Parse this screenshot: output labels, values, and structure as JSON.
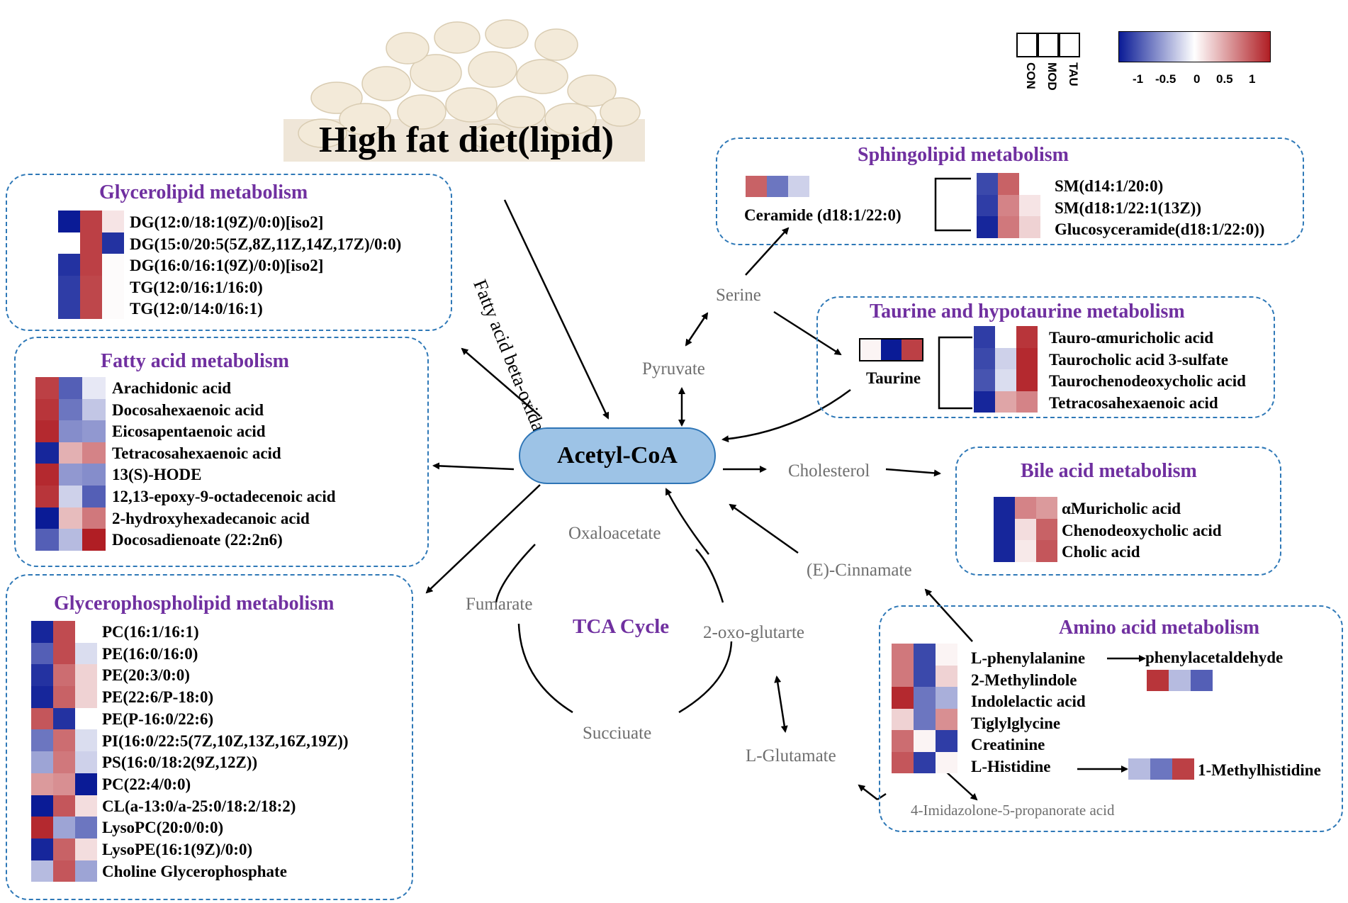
{
  "header": {
    "title": "High fat diet(lipid)",
    "pathway_label": "Fatty acid beta-oxidation"
  },
  "center": {
    "label": "Acetyl-CoA"
  },
  "legend": {
    "ticks": [
      "-1",
      "-0.5",
      "0",
      "0.5",
      "1"
    ],
    "colors": {
      "low": "#0a1b96",
      "mid": "#ffffff",
      "high": "#b01e24"
    },
    "groups": [
      "CON",
      "MOD",
      "TAU"
    ]
  },
  "tca": {
    "title": "TCA Cycle",
    "metabolites": [
      "Oxaloacetate",
      "Fumarate",
      "Succiuate",
      "2-oxo-glutarte"
    ]
  },
  "intermediates": {
    "pyruvate": "Pyruvate",
    "serine": "Serine",
    "cholesterol": "Cholesterol",
    "cinnamate": "(E)-Cinnamate",
    "glutamate": "L-Glutamate",
    "imidazolone": "4-Imidazolone-5-propanorate acid"
  },
  "panels": {
    "glycerolipid": {
      "title": "Glycerolipid metabolism",
      "items": [
        {
          "name": "DG(12:0/18:1(9Z)/0:0)[iso2]",
          "values": [
            -1,
            0.85,
            0.12
          ]
        },
        {
          "name": "DG(15:0/20:5(5Z,8Z,11Z,14Z,17Z)/0:0)",
          "values": [
            0.0,
            0.85,
            -0.9
          ]
        },
        {
          "name": "DG(16:0/16:1(9Z)/0:0)[iso2]",
          "values": [
            -0.9,
            0.85,
            0.02
          ]
        },
        {
          "name": "TG(12:0/16:1/16:0)",
          "values": [
            -0.85,
            0.82,
            0.02
          ]
        },
        {
          "name": "TG(12:0/14:0/16:1)",
          "values": [
            -0.85,
            0.82,
            0.02
          ]
        }
      ]
    },
    "fatty_acid": {
      "title": "Fatty acid metabolism",
      "items": [
        {
          "name": "Arachidonic acid",
          "values": [
            0.85,
            -0.7,
            -0.1
          ]
        },
        {
          "name": "Docosahexaenoic acid",
          "values": [
            0.9,
            -0.6,
            -0.25
          ]
        },
        {
          "name": "Eicosapentaenoic acid",
          "values": [
            0.95,
            -0.5,
            -0.45
          ]
        },
        {
          "name": "Tetracosahexaenoic acid",
          "values": [
            -0.95,
            0.35,
            0.55
          ]
        },
        {
          "name": "13(S)-HODE",
          "values": [
            0.95,
            -0.45,
            -0.5
          ]
        },
        {
          "name": "12,13-epoxy-9-octadecenoic acid",
          "values": [
            0.9,
            -0.2,
            -0.7
          ]
        },
        {
          "name": "2-hydroxyhexadecanoic acid",
          "values": [
            -1,
            0.3,
            0.6
          ]
        },
        {
          "name": "Docosadienoate (22:2n6)",
          "values": [
            -0.7,
            -0.3,
            1
          ]
        }
      ]
    },
    "glycerophospholipid": {
      "title": "Glycerophospholipid metabolism",
      "items": [
        {
          "name": "PC(16:1/16:1)",
          "values": [
            -0.95,
            0.8,
            0.0
          ]
        },
        {
          "name": "PE(16:0/16:0)",
          "values": [
            -0.7,
            0.8,
            -0.15
          ]
        },
        {
          "name": "PE(20:3/0:0)",
          "values": [
            -0.9,
            0.65,
            0.2
          ]
        },
        {
          "name": "PE(22:6/P-18:0)",
          "values": [
            -0.95,
            0.7,
            0.2
          ]
        },
        {
          "name": "PE(P-16:0/22:6)",
          "values": [
            0.75,
            -0.9,
            0.0
          ]
        },
        {
          "name": "PI(16:0/22:5(7Z,10Z,13Z,16Z,19Z))",
          "values": [
            -0.6,
            0.65,
            -0.15
          ]
        },
        {
          "name": "PS(16:0/18:2(9Z,12Z))",
          "values": [
            -0.4,
            0.6,
            -0.2
          ]
        },
        {
          "name": "PC(22:4/0:0)",
          "values": [
            0.45,
            0.5,
            -1
          ]
        },
        {
          "name": "CL(a-13:0/a-25:0/18:2/18:2)",
          "values": [
            -1,
            0.75,
            0.15
          ]
        },
        {
          "name": "LysoPC(20:0/0:0)",
          "values": [
            0.95,
            -0.4,
            -0.6
          ]
        },
        {
          "name": "LysoPE(16:1(9Z)/0:0)",
          "values": [
            -0.95,
            0.7,
            0.15
          ]
        },
        {
          "name": "Choline Glycerophosphate",
          "values": [
            -0.3,
            0.75,
            -0.4
          ]
        }
      ]
    },
    "sphingolipid": {
      "title": "Sphingolipid metabolism",
      "ceramide": {
        "name": "Ceramide (d18:1/22:0)",
        "values": [
          0.7,
          -0.6,
          -0.2
        ]
      },
      "items": [
        {
          "name": "SM(d14:1/20:0)",
          "values": [
            -0.8,
            0.7,
            0.0
          ]
        },
        {
          "name": "SM(d18:1/22:1(13Z))",
          "values": [
            -0.85,
            0.55,
            0.12
          ]
        },
        {
          "name": "Glucosyceramide(d18:1/22:0))",
          "values": [
            -0.95,
            0.6,
            0.2
          ]
        }
      ]
    },
    "taurine": {
      "title": "Taurine and hypotaurine metabolism",
      "taurine": {
        "name": "Taurine",
        "values": [
          0.05,
          -1,
          0.85
        ]
      },
      "items": [
        {
          "name": "Tauro-αmuricholic acid",
          "values": [
            -0.85,
            0.0,
            0.9
          ]
        },
        {
          "name": "Taurocholic acid 3-sulfate",
          "values": [
            -0.8,
            -0.2,
            0.95
          ]
        },
        {
          "name": "Taurochenodeoxycholic acid",
          "values": [
            -0.75,
            -0.15,
            0.95
          ]
        },
        {
          "name": "Tetracosahexaenoic acid",
          "values": [
            -0.95,
            0.4,
            0.55
          ]
        }
      ]
    },
    "bile_acid": {
      "title": "Bile acid metabolism",
      "items": [
        {
          "name": "αMuricholic acid",
          "values": [
            -0.95,
            0.55,
            0.45
          ]
        },
        {
          "name": "Chenodeoxycholic acid",
          "values": [
            -0.95,
            0.15,
            0.7
          ]
        },
        {
          "name": "Cholic acid",
          "values": [
            -0.95,
            0.1,
            0.75
          ]
        }
      ]
    },
    "amino_acid": {
      "title": "Amino acid metabolism",
      "items": [
        {
          "name": "L-phenylalanine",
          "values": [
            0.6,
            -0.8,
            0.05
          ]
        },
        {
          "name": "2-Methylindole",
          "values": [
            0.6,
            -0.8,
            0.2
          ]
        },
        {
          "name": "Indolelactic acid",
          "values": [
            0.95,
            -0.6,
            -0.35
          ]
        },
        {
          "name": "Tiglylglycine",
          "values": [
            0.2,
            -0.6,
            0.5
          ]
        },
        {
          "name": "Creatinine",
          "values": [
            0.65,
            0.05,
            -0.85
          ]
        },
        {
          "name": "L-Histidine",
          "values": [
            0.75,
            -0.85,
            0.05
          ]
        }
      ],
      "phenylacetaldehyde": {
        "name": "phenylacetaldehyde",
        "values": [
          0.9,
          -0.3,
          -0.7
        ]
      },
      "methylhistidine": {
        "name": "1-Methylhistidine",
        "values": [
          -0.3,
          -0.6,
          0.85
        ]
      }
    }
  }
}
